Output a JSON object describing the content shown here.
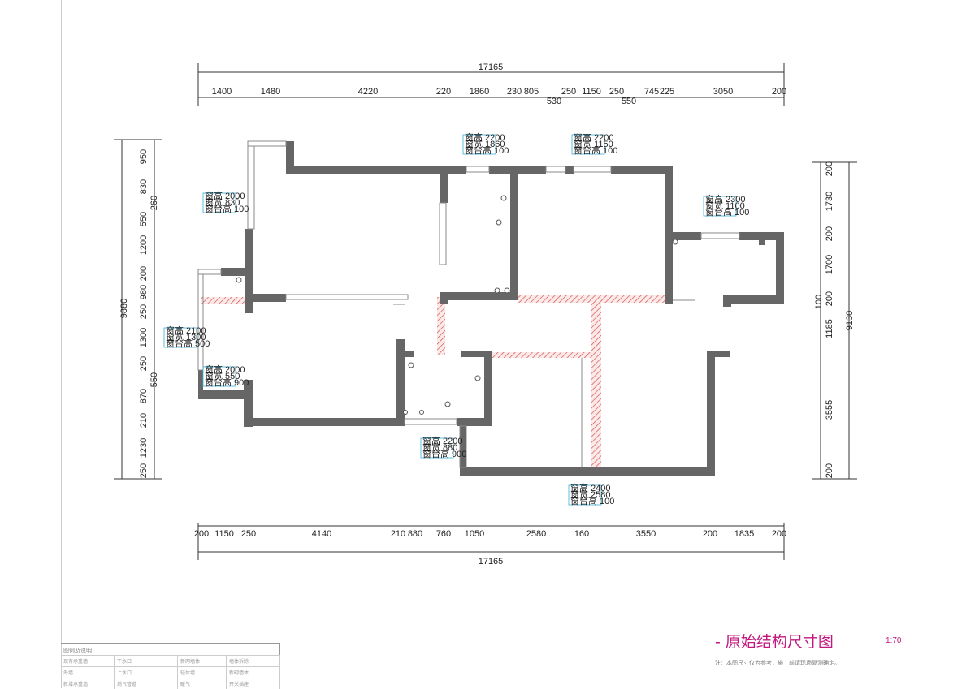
{
  "drawing": {
    "title": "原始结构尺寸图",
    "scale": "1:70",
    "note": "注：本图尺寸仅为参考，施工前请现场复测确定。"
  },
  "dimensions": {
    "top_total": "17165",
    "bottom_total": "17165",
    "left_total": "9880",
    "right_total": "9130",
    "top": [
      "1400",
      "1480",
      "4220",
      "220",
      "1860",
      "230",
      "805",
      "530",
      "250",
      "1150",
      "250",
      "550",
      "745",
      "225",
      "3050",
      "200"
    ],
    "bottom": [
      "200",
      "1150",
      "250",
      "4140",
      "210",
      "880",
      "760",
      "1050",
      "2580",
      "160",
      "3550",
      "200",
      "1835",
      "200"
    ],
    "left": [
      "950",
      "830",
      "260",
      "550",
      "1200",
      "200",
      "980",
      "250",
      "1300",
      "250",
      "550",
      "870",
      "210",
      "1230",
      "250"
    ],
    "right": [
      "200",
      "1730",
      "200",
      "1700",
      "200",
      "100",
      "1185",
      "3555",
      "200"
    ]
  },
  "window_tags": [
    {
      "line1": "窗高 2200",
      "line2": "窗宽 1860",
      "line3": "窗台高 100"
    },
    {
      "line1": "窗高 2200",
      "line2": "窗宽 1150",
      "line3": "窗台高 100"
    },
    {
      "line1": "窗高 2000",
      "line2": "窗宽 830",
      "line3": "窗台高 100"
    },
    {
      "line1": "窗高 2300",
      "line2": "窗宽 1100",
      "line3": "窗台高 100"
    },
    {
      "line1": "窗高 2100",
      "line2": "窗宽 1300",
      "line3": "窗台高 500"
    },
    {
      "line1": "窗高 2000",
      "line2": "窗宽 550",
      "line3": "窗台高 900"
    },
    {
      "line1": "窗高 2200",
      "line2": "窗宽 880",
      "line3": "窗台高 900"
    },
    {
      "line1": "窗高 2400",
      "line2": "窗宽 2580",
      "line3": "窗台高 100"
    }
  ],
  "legend": {
    "title": "图例及说明",
    "items": [
      "现有承重墙",
      "下水口",
      "新砌墙体",
      "墙体拆除",
      "外墙",
      "上水口",
      "轻体墙",
      "新砌墙体",
      "新增承重墙",
      "燃气管道",
      "暖气",
      "开关插座"
    ]
  },
  "colors": {
    "wall": "#666666",
    "hatch": "#d9534f",
    "window_tag": "#3ab0d8",
    "title": "#c2187f"
  }
}
